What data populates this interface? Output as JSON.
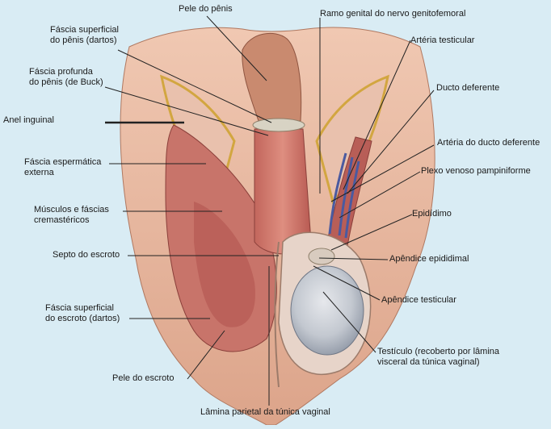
{
  "diagram": {
    "labels": {
      "pele_penis": "Pele do pênis",
      "ramo_genital": "Ramo genital do nervo genitofemoral",
      "fascia_sup_penis_1": "Fáscia superficial",
      "fascia_sup_penis_2": "do pênis (dartos)",
      "arteria_testicular": "Artéria testicular",
      "fascia_prof_penis_1": "Fáscia profunda",
      "fascia_prof_penis_2": "do pênis (de Buck)",
      "ducto_deferente": "Ducto deferente",
      "anel_inguinal": "Anel inguinal",
      "arteria_ducto": "Artéria do ducto deferente",
      "fascia_esp_ext_1": "Fáscia espermática",
      "fascia_esp_ext_2": "externa",
      "plexo_venoso": "Plexo venoso pampiniforme",
      "musculos_1": "Músculos e fáscias",
      "musculos_2": "cremastéricos",
      "epididimo": "Epidídimo",
      "septo": "Septo do escroto",
      "apendice_epididimal": "Apêndice epididimal",
      "apendice_testicular": "Apêndice testicular",
      "fascia_sup_escroto_1": "Fáscia superficial",
      "fascia_sup_escroto_2": "do escroto (dartos)",
      "testiculo_1": "Testículo (recoberto por lâmina",
      "testiculo_2": "visceral da túnica vaginal)",
      "pele_escroto": "Pele do escroto",
      "lamina_parietal": "Lâmina parietal da túnica vaginal"
    },
    "colors": {
      "background": "#d9ecf4",
      "skin": "#e6b49a",
      "muscle": "#c9706a",
      "testis": "#c7ccd4",
      "vessel": "#4a5aa0",
      "leader": "#222222"
    }
  }
}
